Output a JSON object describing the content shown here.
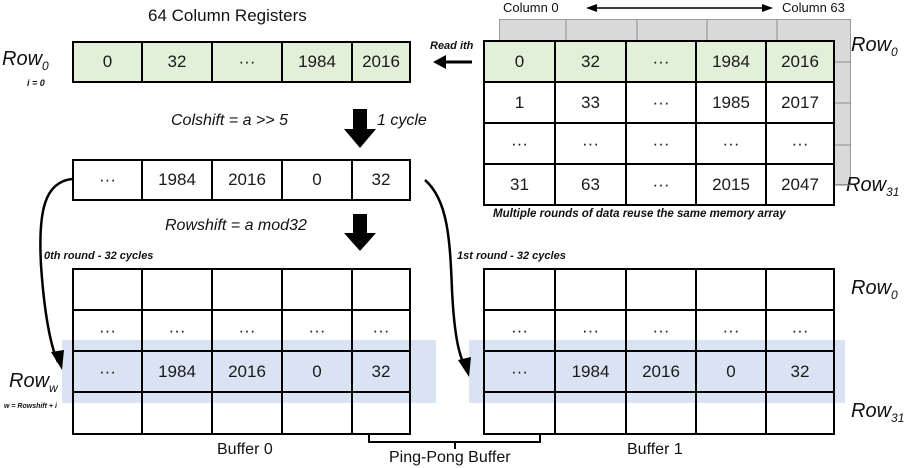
{
  "title": "64 Column Registers",
  "colors": {
    "green_fill": "#e2efd9",
    "blue_band": "#dae3f3",
    "gray_layer": "#d9d9d9",
    "line": "#000000"
  },
  "registers": {
    "row_label": "Row",
    "row_sub": "0",
    "index_label": "i = 0",
    "cells": [
      "0",
      "32",
      "···",
      "1984",
      "2016"
    ]
  },
  "read_arrow_label": "Read ith",
  "memory_array": {
    "col_start_label": "Column 0",
    "col_end_label": "Column 63",
    "row_top_label": "Row",
    "row_top_sub": "0",
    "row_bottom_label": "Row",
    "row_bottom_sub": "31",
    "rows": [
      [
        "0",
        "32",
        "···",
        "1984",
        "2016"
      ],
      [
        "1",
        "33",
        "···",
        "1985",
        "2017"
      ],
      [
        "···",
        "···",
        "···",
        "···",
        "···"
      ],
      [
        "31",
        "63",
        "···",
        "2015",
        "2047"
      ]
    ],
    "caption": "Multiple rounds of data reuse the same memory array"
  },
  "colshift": {
    "label": "Colshift = a >> 5",
    "cycle_label": "1 cycle"
  },
  "shifted_row": {
    "cells": [
      "···",
      "1984",
      "2016",
      "0",
      "32"
    ]
  },
  "rowshift": {
    "label": "Rowshift = a mod32"
  },
  "buffer0": {
    "round_label": "0th round - 32 cycles",
    "name": "Buffer 0",
    "row_label": "Row",
    "row_sub": "w",
    "row_formula": "w = Rowshift + i",
    "rows": [
      [
        "",
        "",
        "",
        "",
        ""
      ],
      [
        "···",
        "···",
        "···",
        "···",
        "···"
      ],
      [
        "···",
        "1984",
        "2016",
        "0",
        "32"
      ],
      [
        "",
        "",
        "",
        "",
        ""
      ]
    ]
  },
  "buffer1": {
    "round_label": "1st round - 32 cycles",
    "name": "Buffer 1",
    "row_top_label": "Row",
    "row_top_sub": "0",
    "row_bottom_label": "Row",
    "row_bottom_sub": "31",
    "rows": [
      [
        "",
        "",
        "",
        "",
        ""
      ],
      [
        "···",
        "···",
        "···",
        "···",
        "···"
      ],
      [
        "···",
        "1984",
        "2016",
        "0",
        "32"
      ],
      [
        "",
        "",
        "",
        "",
        ""
      ]
    ]
  },
  "ping_pong_label": "Ping-Pong Buffer"
}
